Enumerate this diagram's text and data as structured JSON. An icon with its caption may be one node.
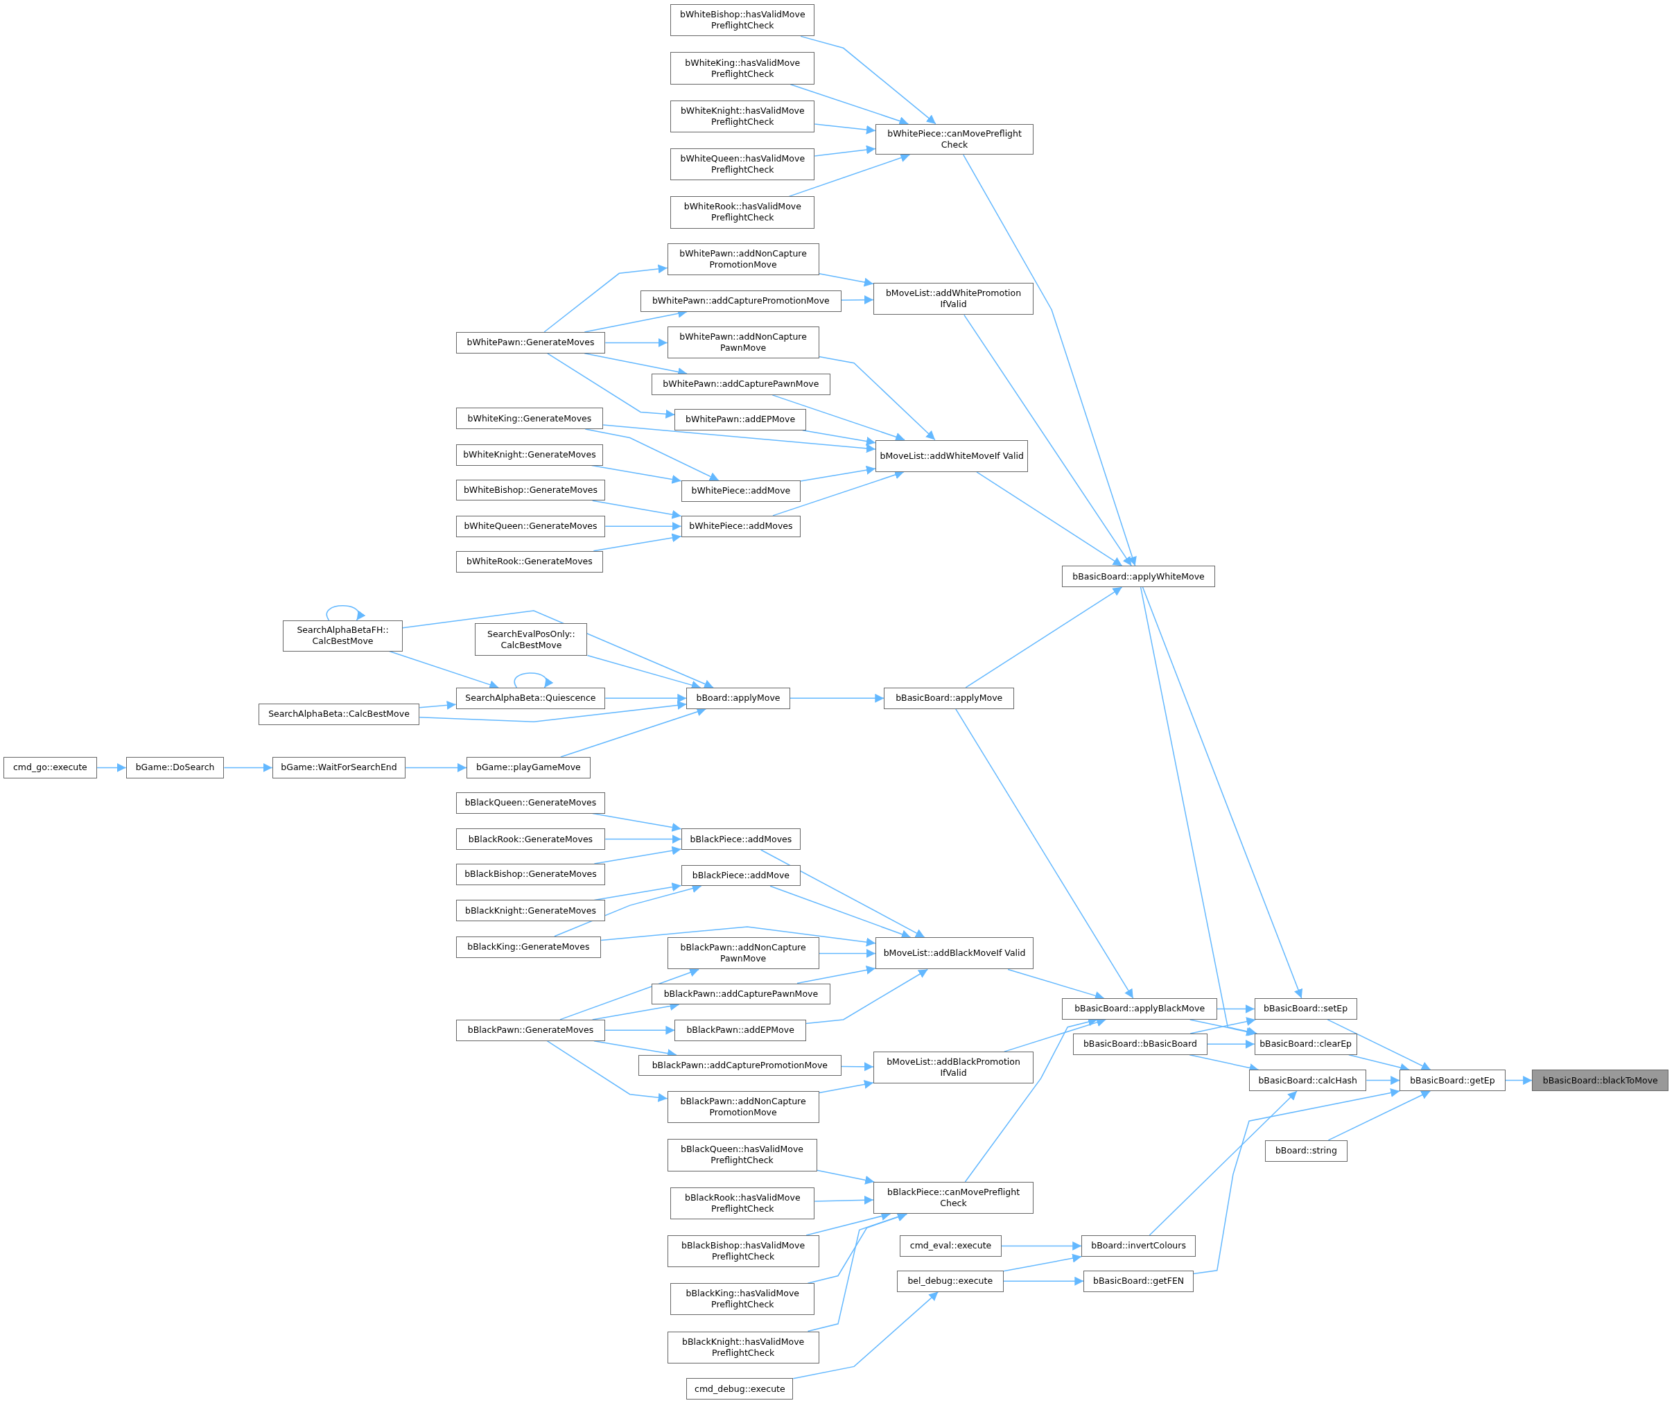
{
  "diagram": {
    "nodes": [
      {
        "text": [
          "bBasicBoard::blackToMove"
        ]
      },
      {
        "text": [
          "bBasicBoard::getEp"
        ]
      },
      {
        "text": [
          "bBasicBoard::setEp"
        ]
      },
      {
        "text": [
          "bBasicBoard::clearEp"
        ]
      },
      {
        "text": [
          "bBasicBoard::calcHash"
        ]
      },
      {
        "text": [
          "bBoard::string"
        ]
      },
      {
        "text": [
          "bBasicBoard::applyWhiteMove"
        ]
      },
      {
        "text": [
          "bBasicBoard::applyBlackMove"
        ]
      },
      {
        "text": [
          "bBasicBoard::bBasicBoard"
        ]
      },
      {
        "text": [
          "bBoard::invertColours"
        ]
      },
      {
        "text": [
          "bBasicBoard::getFEN"
        ]
      },
      {
        "text": [
          "bWhitePiece::canMovePreflight Check"
        ]
      },
      {
        "text": [
          "bMoveList::addWhitePromotion IfValid"
        ]
      },
      {
        "text": [
          "bMoveList::addWhiteMoveIf Valid"
        ]
      },
      {
        "text": [
          "bBasicBoard::applyMove"
        ]
      },
      {
        "text": [
          "bMoveList::addBlackMoveIf Valid"
        ]
      },
      {
        "text": [
          "bMoveList::addBlackPromotion IfValid"
        ]
      },
      {
        "text": [
          "bBlackPiece::canMovePreflight Check"
        ]
      },
      {
        "text": [
          "cmd_eval::execute"
        ]
      },
      {
        "text": [
          "bel_debug::execute"
        ]
      },
      {
        "text": [
          "bWhiteBishop::hasValidMove PreflightCheck"
        ]
      },
      {
        "text": [
          "bWhiteKing::hasValidMove PreflightCheck"
        ]
      },
      {
        "text": [
          "bWhiteKnight::hasValidMove PreflightCheck"
        ]
      },
      {
        "text": [
          "bWhiteQueen::hasValidMove PreflightCheck"
        ]
      },
      {
        "text": [
          "bWhiteRook::hasValidMove PreflightCheck"
        ]
      },
      {
        "text": [
          "bWhitePawn::addNonCapture PromotionMove"
        ]
      },
      {
        "text": [
          "bWhitePawn::addCapturePromotionMove"
        ]
      },
      {
        "text": [
          "bWhitePawn::addNonCapture PawnMove"
        ]
      },
      {
        "text": [
          "bWhitePawn::addCapturePawnMove"
        ]
      },
      {
        "text": [
          "bWhitePawn::addEPMove"
        ]
      },
      {
        "text": [
          "bWhitePiece::addMove"
        ]
      },
      {
        "text": [
          "bWhitePiece::addMoves"
        ]
      },
      {
        "text": [
          "bBoard::applyMove"
        ]
      },
      {
        "text": [
          "bGame::playGameMove"
        ]
      },
      {
        "text": [
          "bBlackPiece::addMoves"
        ]
      },
      {
        "text": [
          "bBlackPiece::addMove"
        ]
      },
      {
        "text": [
          "bBlackPawn::addNonCapture PawnMove"
        ]
      },
      {
        "text": [
          "bBlackPawn::addCapturePawnMove"
        ]
      },
      {
        "text": [
          "bBlackPawn::addEPMove"
        ]
      },
      {
        "text": [
          "bBlackPawn::addCapturePromotionMove"
        ]
      },
      {
        "text": [
          "bBlackPawn::addNonCapture PromotionMove"
        ]
      },
      {
        "text": [
          "bBlackQueen::hasValidMove PreflightCheck"
        ]
      },
      {
        "text": [
          "bBlackRook::hasValidMove PreflightCheck"
        ]
      },
      {
        "text": [
          "bBlackBishop::hasValidMove PreflightCheck"
        ]
      },
      {
        "text": [
          "bBlackKing::hasValidMove PreflightCheck"
        ]
      },
      {
        "text": [
          "bBlackKnight::hasValidMove PreflightCheck"
        ]
      },
      {
        "text": [
          "cmd_debug::execute"
        ]
      },
      {
        "text": [
          "bWhitePawn::GenerateMoves"
        ]
      },
      {
        "text": [
          "bWhiteKing::GenerateMoves"
        ]
      },
      {
        "text": [
          "bWhiteKnight::GenerateMoves"
        ]
      },
      {
        "text": [
          "bWhiteBishop::GenerateMoves"
        ]
      },
      {
        "text": [
          "bWhiteQueen::GenerateMoves"
        ]
      },
      {
        "text": [
          "bWhiteRook::GenerateMoves"
        ]
      },
      {
        "text": [
          "SearchEvalPosOnly:: CalcBestMove"
        ]
      },
      {
        "text": [
          "SearchAlphaBeta::Quiescence"
        ]
      },
      {
        "text": [
          "bGame::WaitForSearchEnd"
        ]
      },
      {
        "text": [
          "bBlackQueen::GenerateMoves"
        ]
      },
      {
        "text": [
          "bBlackRook::GenerateMoves"
        ]
      },
      {
        "text": [
          "bBlackBishop::GenerateMoves"
        ]
      },
      {
        "text": [
          "bBlackKnight::GenerateMoves"
        ]
      },
      {
        "text": [
          "bBlackKing::GenerateMoves"
        ]
      },
      {
        "text": [
          "bBlackPawn::GenerateMoves"
        ]
      },
      {
        "text": [
          "SearchAlphaBetaFH:: CalcBestMove"
        ]
      },
      {
        "text": [
          "SearchAlphaBeta::CalcBestMove"
        ]
      },
      {
        "text": [
          "bGame::DoSearch"
        ]
      },
      {
        "text": [
          "cmd_go::execute"
        ]
      }
    ],
    "edges": [
      {
        "from": 20,
        "to": 11,
        "arrow": "to"
      },
      {
        "from": 21,
        "to": 11,
        "arrow": "to"
      },
      {
        "from": 22,
        "to": 11,
        "arrow": "to"
      },
      {
        "from": 23,
        "to": 11,
        "arrow": "to"
      },
      {
        "from": 24,
        "to": 11,
        "arrow": "to"
      },
      {
        "from": 11,
        "to": 6,
        "arrow": "to"
      },
      {
        "from": 25,
        "to": 12,
        "arrow": "to"
      },
      {
        "from": 26,
        "to": 12,
        "arrow": "to"
      },
      {
        "from": 12,
        "to": 6,
        "arrow": "to"
      },
      {
        "from": 47,
        "to": 25,
        "arrow": "to"
      },
      {
        "from": 47,
        "to": 26,
        "arrow": "to"
      },
      {
        "from": 47,
        "to": 27,
        "arrow": "to"
      },
      {
        "from": 47,
        "to": 28,
        "arrow": "to"
      },
      {
        "from": 47,
        "to": 29,
        "arrow": "to"
      },
      {
        "from": 27,
        "to": 13,
        "arrow": "to"
      },
      {
        "from": 28,
        "to": 13,
        "arrow": "to"
      },
      {
        "from": 29,
        "to": 13,
        "arrow": "to"
      },
      {
        "from": 30,
        "to": 13,
        "arrow": "to"
      },
      {
        "from": 31,
        "to": 13,
        "arrow": "to"
      },
      {
        "from": 48,
        "to": 13,
        "arrow": "to"
      },
      {
        "from": 48,
        "to": 30,
        "arrow": "to"
      },
      {
        "from": 49,
        "to": 30,
        "arrow": "to"
      },
      {
        "from": 50,
        "to": 31,
        "arrow": "to"
      },
      {
        "from": 51,
        "to": 31,
        "arrow": "to"
      },
      {
        "from": 52,
        "to": 31,
        "arrow": "to"
      },
      {
        "from": 13,
        "to": 6,
        "arrow": "to"
      },
      {
        "from": 6,
        "to": 2,
        "arrow": "to"
      },
      {
        "from": 6,
        "to": 3,
        "arrow": "to"
      },
      {
        "from": 14,
        "to": 6,
        "arrow": "to"
      },
      {
        "from": 14,
        "to": 7,
        "arrow": "to"
      },
      {
        "from": 32,
        "to": 14,
        "arrow": "to"
      },
      {
        "from": 62,
        "to": 32,
        "arrow": "to"
      },
      {
        "from": 53,
        "to": 32,
        "arrow": "to"
      },
      {
        "from": 54,
        "to": 32,
        "arrow": "to"
      },
      {
        "from": 63,
        "to": 32,
        "arrow": "to"
      },
      {
        "from": 33,
        "to": 32,
        "arrow": "to"
      },
      {
        "from": 62,
        "to": 62,
        "arrow": "to"
      },
      {
        "from": 54,
        "to": 54,
        "arrow": "to"
      },
      {
        "from": 62,
        "to": 54,
        "arrow": "to"
      },
      {
        "from": 63,
        "to": 54,
        "arrow": "to"
      },
      {
        "from": 55,
        "to": 33,
        "arrow": "to"
      },
      {
        "from": 64,
        "to": 55,
        "arrow": "to"
      },
      {
        "from": 65,
        "to": 64,
        "arrow": "to"
      },
      {
        "from": 56,
        "to": 34,
        "arrow": "to"
      },
      {
        "from": 57,
        "to": 34,
        "arrow": "to"
      },
      {
        "from": 58,
        "to": 34,
        "arrow": "to"
      },
      {
        "from": 59,
        "to": 35,
        "arrow": "to"
      },
      {
        "from": 60,
        "to": 35,
        "arrow": "to"
      },
      {
        "from": 60,
        "to": 15,
        "arrow": "to"
      },
      {
        "from": 34,
        "to": 15,
        "arrow": "to"
      },
      {
        "from": 35,
        "to": 15,
        "arrow": "to"
      },
      {
        "from": 36,
        "to": 15,
        "arrow": "to"
      },
      {
        "from": 37,
        "to": 15,
        "arrow": "to"
      },
      {
        "from": 38,
        "to": 15,
        "arrow": "to"
      },
      {
        "from": 61,
        "to": 36,
        "arrow": "to"
      },
      {
        "from": 61,
        "to": 37,
        "arrow": "to"
      },
      {
        "from": 61,
        "to": 38,
        "arrow": "to"
      },
      {
        "from": 61,
        "to": 39,
        "arrow": "to"
      },
      {
        "from": 61,
        "to": 40,
        "arrow": "to"
      },
      {
        "from": 39,
        "to": 16,
        "arrow": "to"
      },
      {
        "from": 40,
        "to": 16,
        "arrow": "to"
      },
      {
        "from": 15,
        "to": 7,
        "arrow": "to"
      },
      {
        "from": 16,
        "to": 7,
        "arrow": "to"
      },
      {
        "from": 17,
        "to": 7,
        "arrow": "to"
      },
      {
        "from": 41,
        "to": 17,
        "arrow": "to"
      },
      {
        "from": 42,
        "to": 17,
        "arrow": "to"
      },
      {
        "from": 43,
        "to": 17,
        "arrow": "to"
      },
      {
        "from": 44,
        "to": 17,
        "arrow": "to"
      },
      {
        "from": 45,
        "to": 17,
        "arrow": "to"
      },
      {
        "from": 7,
        "to": 2,
        "arrow": "to"
      },
      {
        "from": 7,
        "to": 3,
        "arrow": "to"
      },
      {
        "from": 8,
        "to": 2,
        "arrow": "to"
      },
      {
        "from": 8,
        "to": 3,
        "arrow": "to"
      },
      {
        "from": 8,
        "to": 4,
        "arrow": "to"
      },
      {
        "from": 2,
        "to": 1,
        "arrow": "to"
      },
      {
        "from": 3,
        "to": 1,
        "arrow": "to"
      },
      {
        "from": 4,
        "to": 1,
        "arrow": "to"
      },
      {
        "from": 5,
        "to": 1,
        "arrow": "to"
      },
      {
        "from": 10,
        "to": 1,
        "arrow": "to"
      },
      {
        "from": 1,
        "to": 0,
        "arrow": "to"
      },
      {
        "from": 18,
        "to": 9,
        "arrow": "to"
      },
      {
        "from": 19,
        "to": 9,
        "arrow": "to"
      },
      {
        "from": 19,
        "to": 10,
        "arrow": "to"
      },
      {
        "from": 9,
        "to": 4,
        "arrow": "to"
      },
      {
        "from": 46,
        "to": 19,
        "arrow": "to"
      }
    ]
  }
}
